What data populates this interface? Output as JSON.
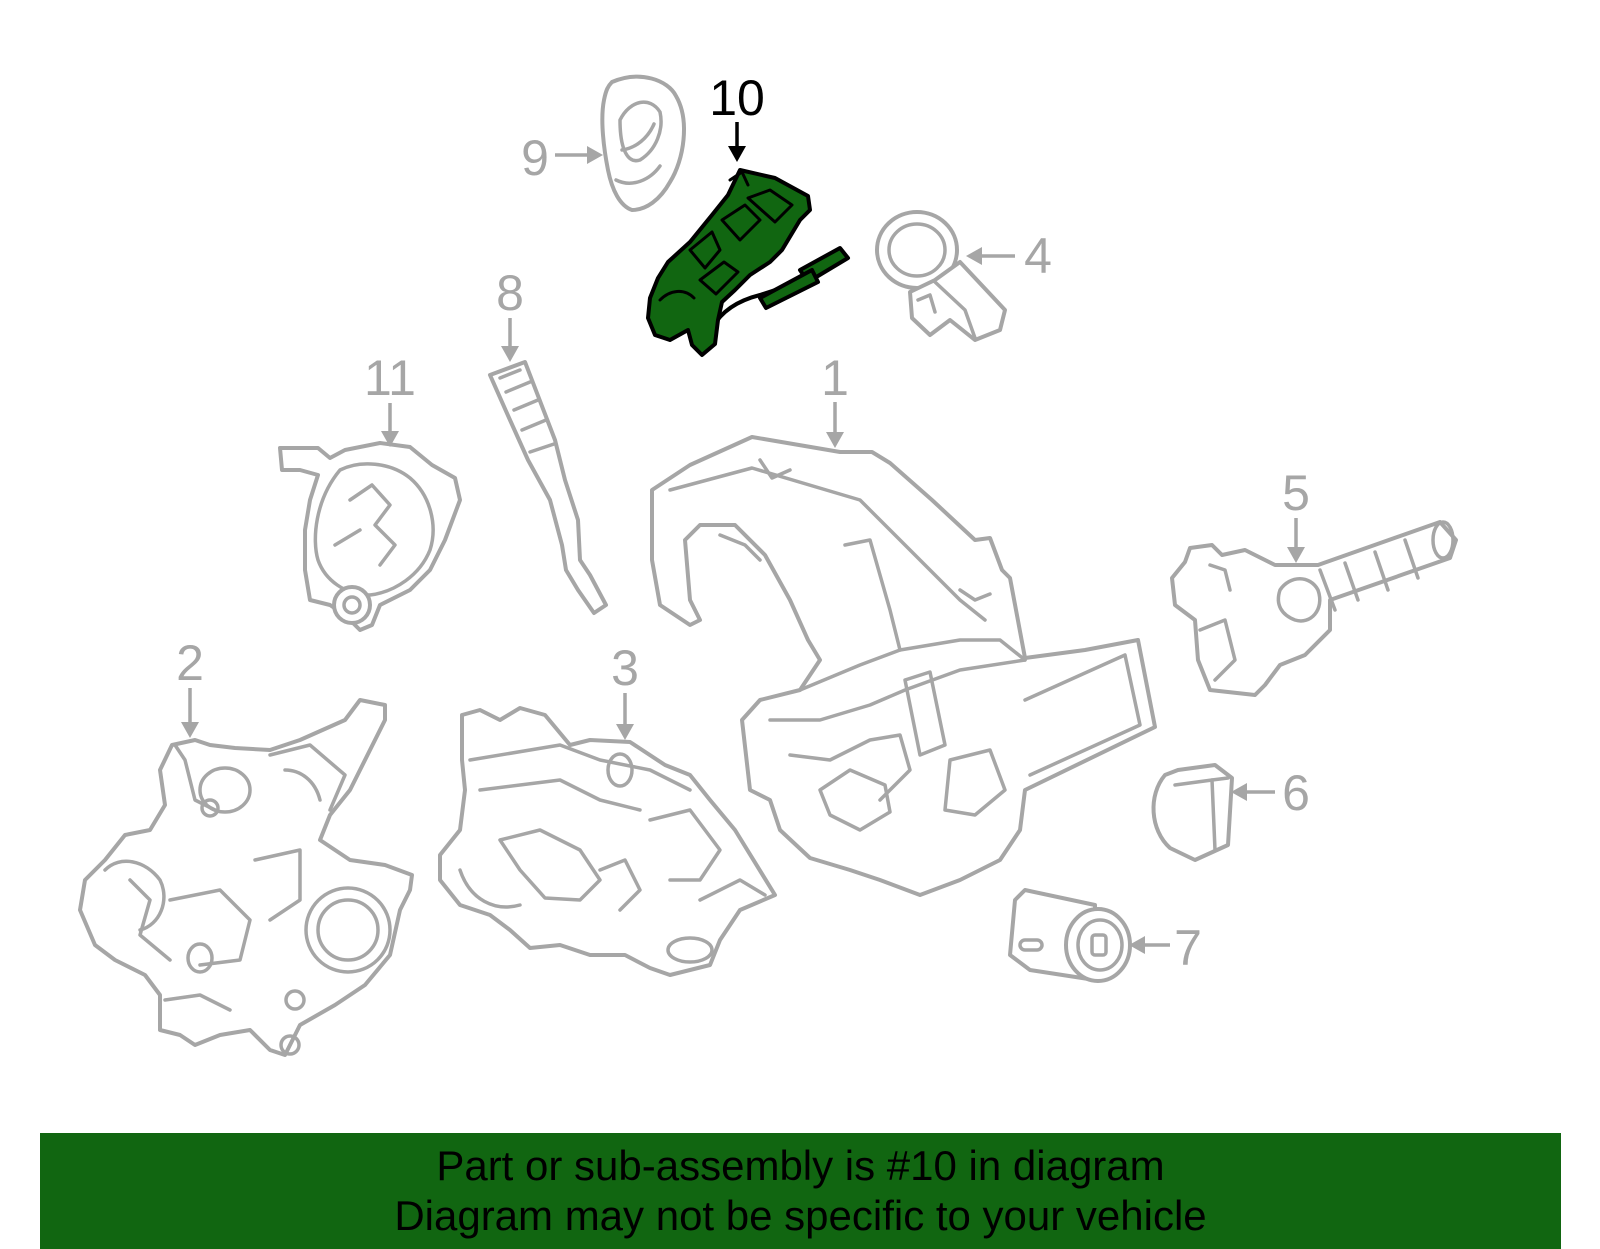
{
  "callouts": [
    {
      "id": "1",
      "label": "1"
    },
    {
      "id": "2",
      "label": "2"
    },
    {
      "id": "3",
      "label": "3"
    },
    {
      "id": "4",
      "label": "4"
    },
    {
      "id": "5",
      "label": "5"
    },
    {
      "id": "6",
      "label": "6"
    },
    {
      "id": "7",
      "label": "7"
    },
    {
      "id": "8",
      "label": "8"
    },
    {
      "id": "9",
      "label": "9"
    },
    {
      "id": "10",
      "label": "10"
    },
    {
      "id": "11",
      "label": "11"
    }
  ],
  "highlighted_part": "10",
  "colors": {
    "highlight_fill": "#116611",
    "part_stroke": "#a6a6a6",
    "highlight_stroke": "#000000",
    "banner_background": "#116611"
  },
  "banner": {
    "line1": "Part or sub-assembly is #10 in diagram",
    "line2": "Diagram may not be specific to your vehicle"
  }
}
